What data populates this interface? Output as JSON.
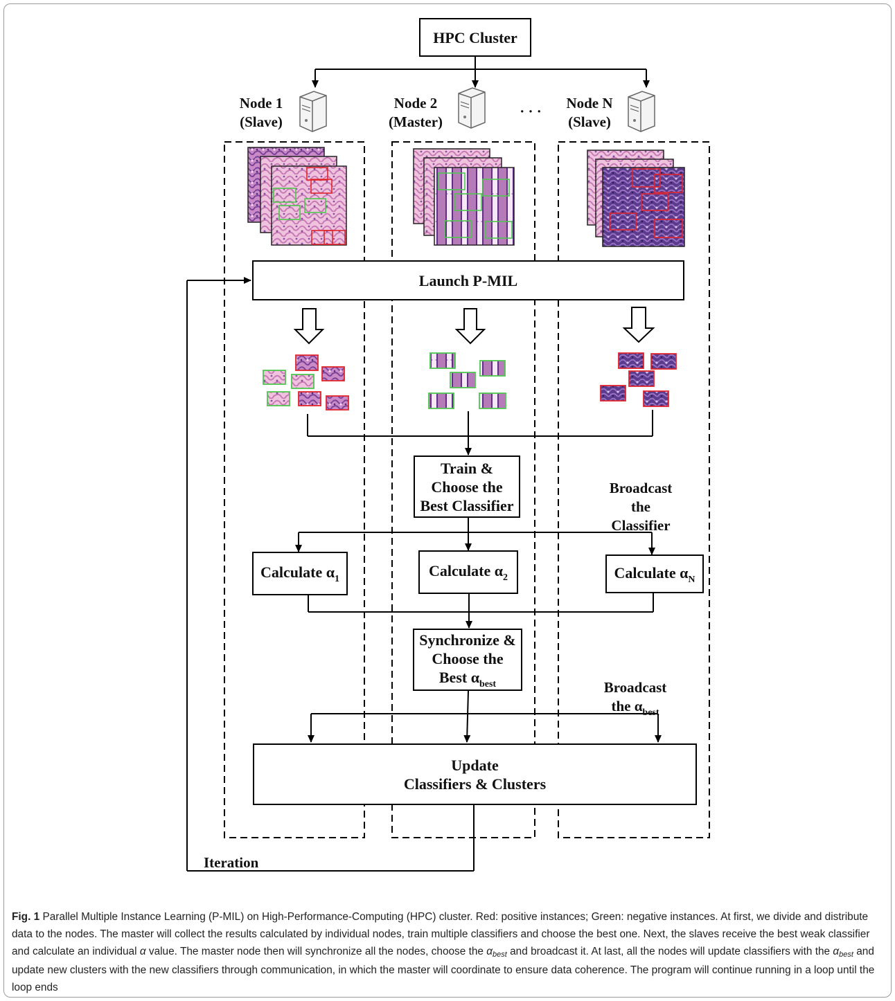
{
  "nodes": {
    "hpc": "HPC Cluster",
    "node1": {
      "name": "Node 1",
      "role": "(Slave)"
    },
    "node2": {
      "name": "Node 2",
      "role": "(Master)"
    },
    "nodeN": {
      "name": "Node N",
      "role": "(Slave)"
    },
    "ellipsis": "· · ·"
  },
  "steps": {
    "launch": "Launch P-MIL",
    "train": [
      "Train &",
      "Choose the",
      "Best Classifier"
    ],
    "calc_prefix": "Calculate α",
    "calc1_sub": "1",
    "calc2_sub": "2",
    "calcN_sub": "N",
    "sync": [
      "Synchronize &",
      "Choose the",
      "Best α"
    ],
    "sync_sub": "best",
    "update": [
      "Update",
      "Classifiers & Clusters"
    ]
  },
  "annotations": {
    "broadcast_classifier": [
      "Broadcast",
      "the",
      "Classifier"
    ],
    "broadcast_alpha": [
      "Broadcast",
      "the α"
    ],
    "broadcast_alpha_sub": "best",
    "iteration": "Iteration"
  },
  "colors": {
    "positive": "#e0262d",
    "negative": "#4ec74e",
    "tissue_light": "#e9b6d6",
    "tissue_dark": "#5a3a8c"
  },
  "caption": {
    "label": "Fig. 1",
    "part1": "Parallel Multiple Instance Learning (P-MIL) on High-Performance-Computing (HPC) cluster. Red: positive instances; Green: negative instances. At first, we divide and distribute data to the nodes. The master will collect the results calculated by individual nodes, train multiple classifiers and choose the best one. Next, the slaves receive the best weak classifier and calculate an individual ",
    "alpha": "α",
    "part2": " value. The master node then will synchronize all the nodes, choose the ",
    "alpha_best": "α",
    "best_sub": "best",
    "part3": " and broadcast it. At last, all the nodes will update classifiers with the ",
    "part4": " and update new clusters with the new classifiers through communication, in which the master will coordinate to ensure data coherence. The program will continue running in a loop until the loop ends"
  }
}
